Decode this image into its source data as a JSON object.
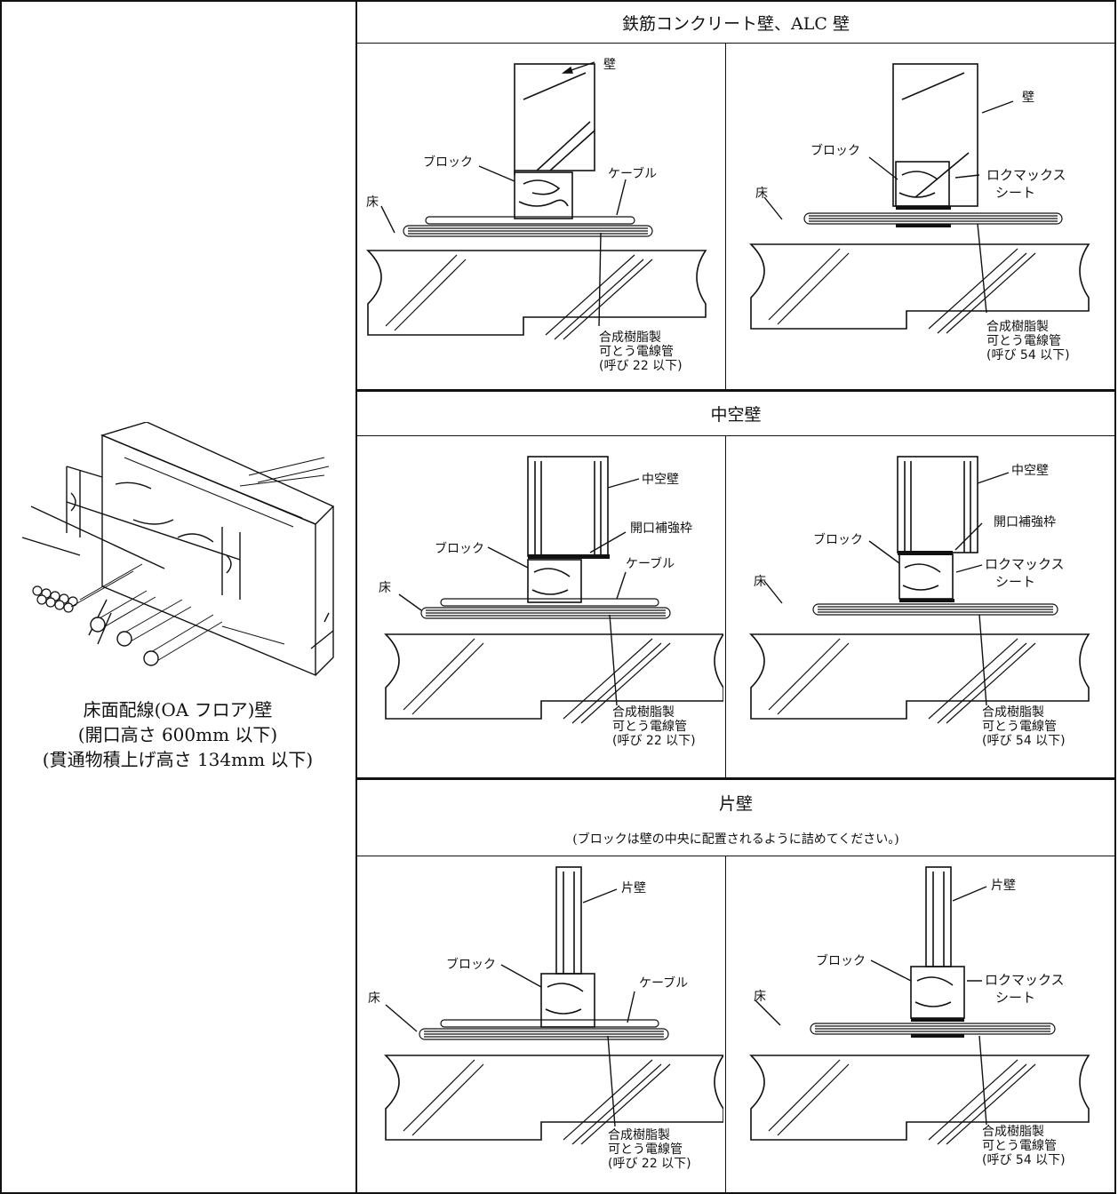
{
  "left": {
    "caption_line1": "床面配線(OA フロア)壁",
    "caption_line2": "(開口高さ 600mm 以下)",
    "caption_line3": "(貫通物積上げ高さ 134mm 以下)"
  },
  "sections": [
    {
      "title": "鉄筋コンクリート壁、ALC 壁"
    },
    {
      "title": "中空壁"
    },
    {
      "title": "片壁",
      "note": "(ブロックは壁の中央に配置されるように詰めてください。)"
    }
  ],
  "labels": {
    "wall": "壁",
    "hollow_wall": "中空壁",
    "single_wall": "片壁",
    "block": "ブロック",
    "cable": "ケーブル",
    "floor": "床",
    "opening_frame": "開口補強枠",
    "sheet_1": "ロクマックス",
    "sheet_2": "シート",
    "pipe_1": "合成樹脂製",
    "pipe_2": "可とう電線管",
    "pipe_22": "(呼び 22 以下)",
    "pipe_54": "(呼び 54 以下)"
  }
}
